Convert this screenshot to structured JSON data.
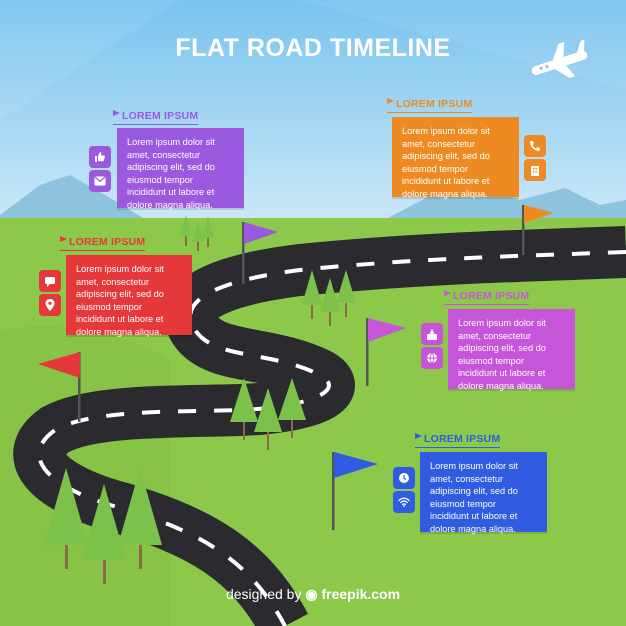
{
  "title": "FLAT ROAD TIMELINE",
  "credit": {
    "prefix": "designed by",
    "brand": "freepik.com"
  },
  "colors": {
    "sky_top": "#7fc8ef",
    "sky_bottom": "#cfe9f7",
    "grass": "#8cc94a",
    "grass_dark": "#6fae37",
    "road": "#2b2b2f",
    "mountain": "#8fc2dc",
    "tree": "#7cc24a",
    "trunk": "#8a6a4a",
    "purple": "#9b59e0",
    "orange": "#ee8a22",
    "red": "#e5383b",
    "magenta": "#c655d9",
    "blue": "#2f5ce0"
  },
  "steps": [
    {
      "id": "purple",
      "label": "LOREM IPSUM",
      "color": "#9b59e0",
      "text": [
        "Lorem ipsum dolor sit",
        "amet, consectetur",
        "adipiscing elit, sed do",
        "eiusmod tempor",
        "incididunt ut labore et",
        "dolore magna aliqua."
      ],
      "icons": [
        "thumbs-up-icon",
        "email-icon"
      ]
    },
    {
      "id": "orange",
      "label": "LOREM IPSUM",
      "color": "#ee8a22",
      "text": [
        "Lorem ipsum dolor sit",
        "amet, consectetur",
        "adipiscing elit, sed do",
        "eiusmod tempor",
        "incididunt ut labore et",
        "dolore magna aliqua."
      ],
      "icons": [
        "phone-icon",
        "building-icon"
      ]
    },
    {
      "id": "red",
      "label": "LOREM IPSUM",
      "color": "#e5383b",
      "text": [
        "Lorem ipsum dolor sit",
        "amet, consectetur",
        "adipiscing elit, sed do",
        "eiusmod tempor",
        "incididunt ut labore et",
        "dolore magna aliqua."
      ],
      "icons": [
        "chat-icon",
        "location-pin-icon"
      ]
    },
    {
      "id": "magenta",
      "label": "LOREM IPSUM",
      "color": "#c655d9",
      "text": [
        "Lorem ipsum dolor sit",
        "amet, consectetur",
        "adipiscing elit, sed do",
        "eiusmod tempor",
        "incididunt ut labore et",
        "dolore magna aliqua."
      ],
      "icons": [
        "inbox-icon",
        "globe-icon"
      ]
    },
    {
      "id": "blue",
      "label": "LOREM IPSUM",
      "color": "#2f5ce0",
      "text": [
        "Lorem ipsum dolor sit",
        "amet, consectetur",
        "adipiscing elit, sed do",
        "eiusmod tempor",
        "incididunt ut labore et",
        "dolore magna aliqua."
      ],
      "icons": [
        "clock-icon",
        "wifi-icon"
      ]
    }
  ]
}
